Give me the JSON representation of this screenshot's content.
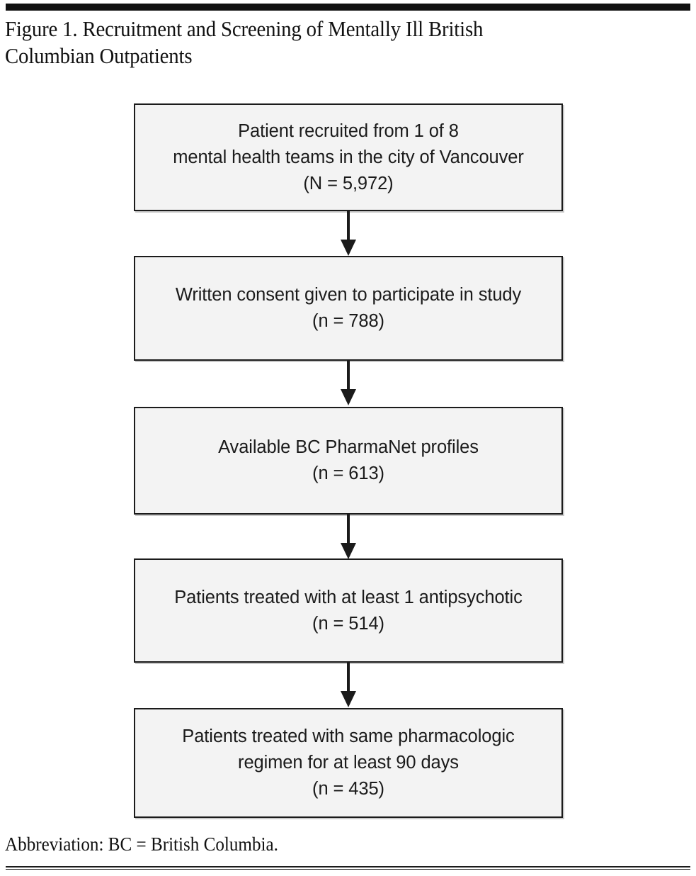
{
  "figure": {
    "title": "Figure 1. Recruitment and Screening of Mentally Ill British\nColumbian Outpatients",
    "footnote": "Abbreviation: BC = British Columbia.",
    "border_color": "#1b1b1b",
    "box_fill": "#f3f3f3",
    "page_background": "#ffffff"
  },
  "flowchart": {
    "type": "flow",
    "orientation": "top-to-bottom",
    "nodes": [
      {
        "id": "node-1",
        "text": "Patient recruited from 1 of 8\nmental health teams in the city of Vancouver\n(N = 5,972)",
        "count_label": "N = 5,972",
        "count": 5972
      },
      {
        "id": "node-2",
        "text": "Written consent given to participate in study\n(n = 788)",
        "count_label": "n = 788",
        "count": 788
      },
      {
        "id": "node-3",
        "text": "Available BC PharmaNet profiles\n(n = 613)",
        "count_label": "n = 613",
        "count": 613
      },
      {
        "id": "node-4",
        "text": "Patients treated with at least 1 antipsychotic\n(n = 514)",
        "count_label": "n = 514",
        "count": 514
      },
      {
        "id": "node-5",
        "text": "Patients treated with same pharmacologic\nregimen for at least 90 days\n(n = 435)",
        "count_label": "n = 435",
        "count": 435
      }
    ],
    "connectors": [
      {
        "from": "node-1",
        "to": "node-2",
        "arrow": "down-arrow"
      },
      {
        "from": "node-2",
        "to": "node-3",
        "arrow": "down-arrow"
      },
      {
        "from": "node-3",
        "to": "node-4",
        "arrow": "down-arrow"
      },
      {
        "from": "node-4",
        "to": "node-5",
        "arrow": "down-arrow"
      }
    ]
  }
}
